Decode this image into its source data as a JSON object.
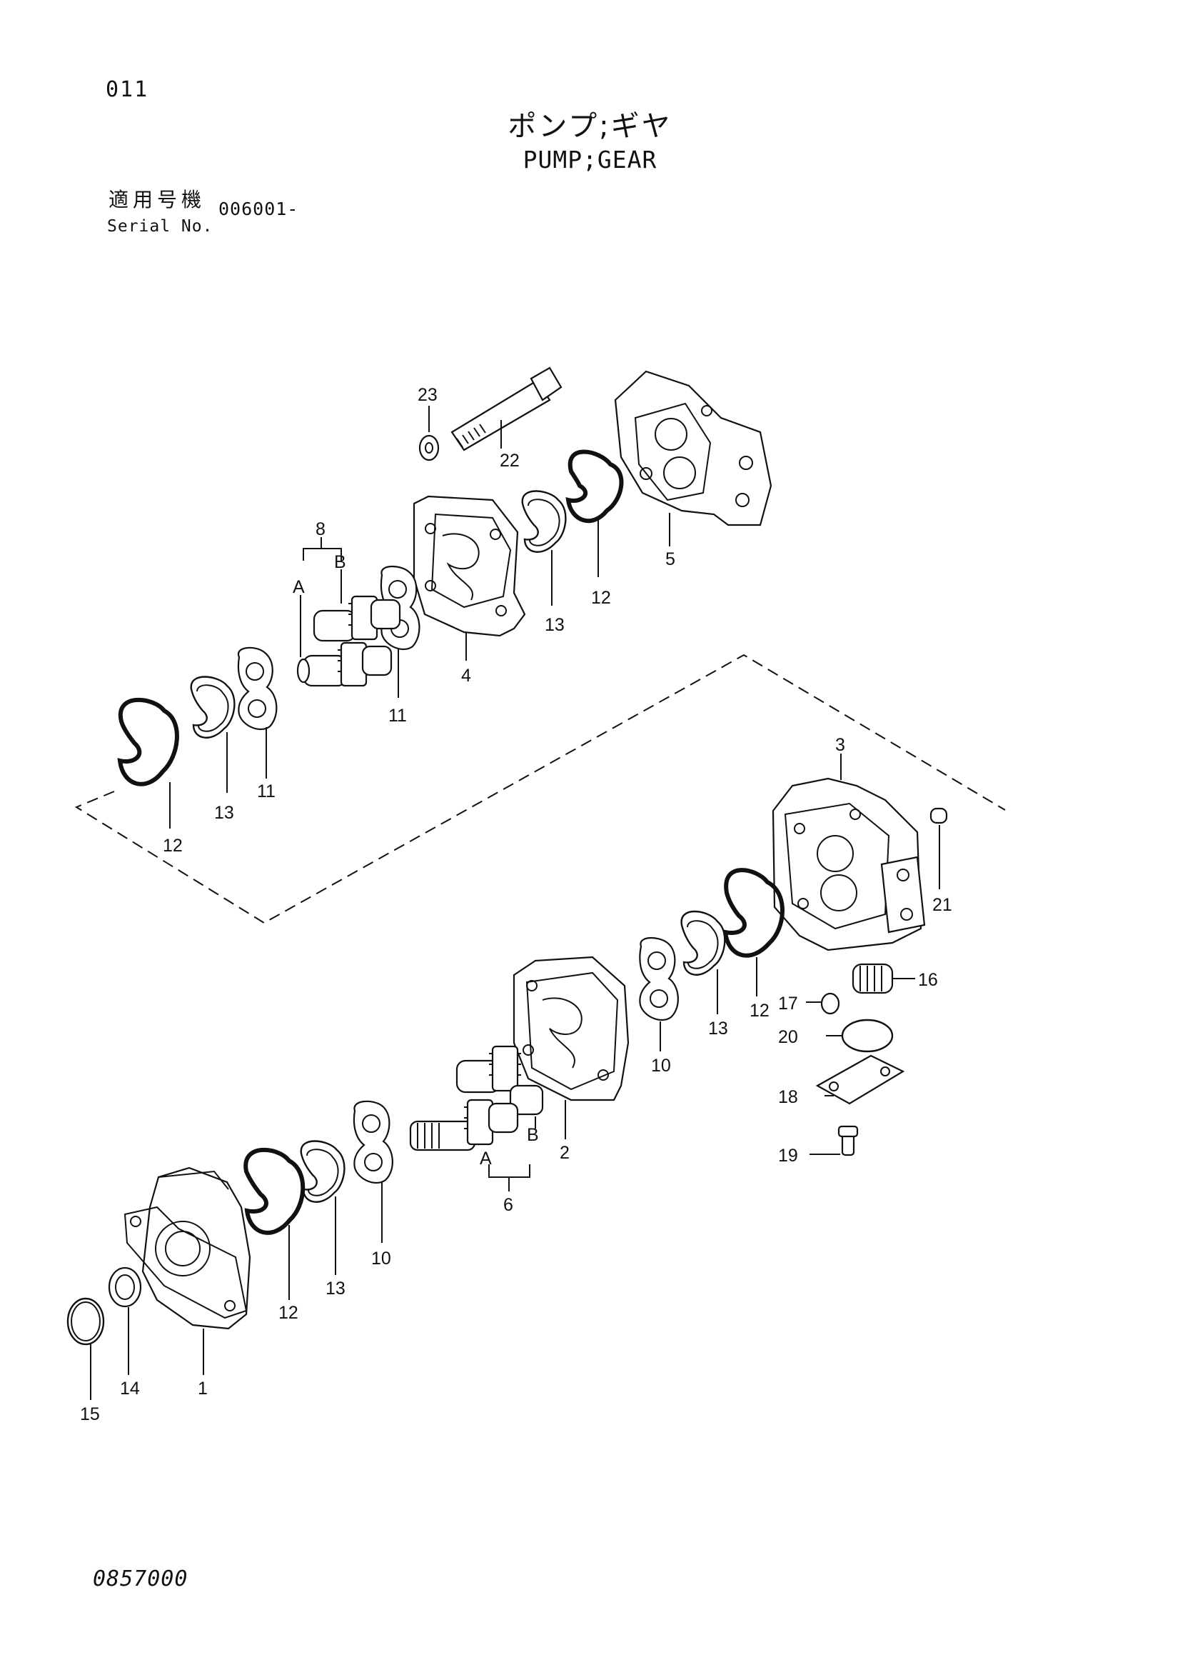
{
  "header": {
    "page_number": "011",
    "title_jp": "ポンプ;ギヤ",
    "title_en": "PUMP;GEAR",
    "serial_label_jp": "適用号機",
    "serial_label_en": "Serial No.",
    "serial_value": "006001-"
  },
  "footer": {
    "drawing_number": "0857000"
  },
  "callouts": {
    "upper": {
      "c23": "23",
      "c22": "22",
      "c5": "5",
      "c12a": "12",
      "c13a": "13",
      "c4": "4",
      "c8": "8",
      "cB": "B",
      "cA": "A",
      "c11a": "11",
      "c11b": "11",
      "c13b": "13",
      "c12b": "12"
    },
    "lower": {
      "c3": "3",
      "c21": "21",
      "c16": "16",
      "c17": "17",
      "c12": "12",
      "c13": "13",
      "c20": "20",
      "c10a": "10",
      "c18": "18",
      "c2": "2",
      "cB": "B",
      "cA": "A",
      "c6": "6",
      "c19": "19",
      "c10b": "10",
      "c13b": "13",
      "c12b": "12",
      "c1": "1",
      "c14": "14",
      "c15": "15"
    }
  }
}
